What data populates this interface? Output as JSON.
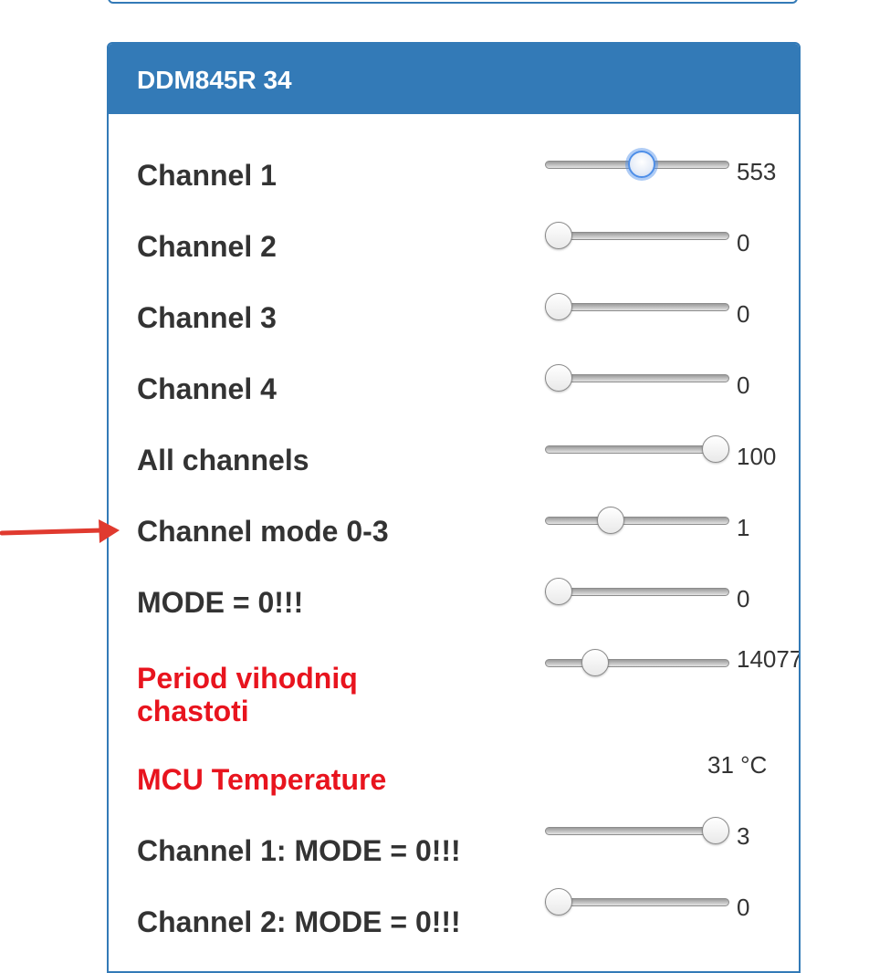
{
  "panel": {
    "title": "DDM845R 34"
  },
  "rows": [
    {
      "label": "Channel 1",
      "value": "553",
      "slider": {
        "fraction": 0.53,
        "focused": true
      },
      "red": false
    },
    {
      "label": "Channel 2",
      "value": "0",
      "slider": {
        "fraction": 0.0,
        "focused": false
      },
      "red": false
    },
    {
      "label": "Channel 3",
      "value": "0",
      "slider": {
        "fraction": 0.0,
        "focused": false
      },
      "red": false
    },
    {
      "label": "Channel 4",
      "value": "0",
      "slider": {
        "fraction": 0.0,
        "focused": false
      },
      "red": false
    },
    {
      "label": "All channels",
      "value": "100",
      "slider": {
        "fraction": 1.0,
        "focused": false
      },
      "red": false
    },
    {
      "label": "Channel mode 0-3",
      "value": "1",
      "slider": {
        "fraction": 0.33,
        "focused": false
      },
      "red": false
    },
    {
      "label": "MODE = 0!!!",
      "value": "0",
      "slider": {
        "fraction": 0.0,
        "focused": false
      },
      "red": false
    },
    {
      "label": "Period vihodniq",
      "label2": "chastoti",
      "value": "14077",
      "slider": {
        "fraction": 0.23,
        "focused": false
      },
      "red": true
    },
    {
      "label": "MCU Temperature",
      "value": "31 °C",
      "slider": null,
      "red": true
    },
    {
      "label": "Channel 1: MODE = 0!!!",
      "value": "3",
      "slider": {
        "fraction": 1.0,
        "focused": false
      },
      "red": false
    },
    {
      "label": "Channel 2: MODE = 0!!!",
      "value": "0",
      "slider": {
        "fraction": 0.0,
        "focused": false
      },
      "red": false
    }
  ],
  "colors": {
    "panel_primary": "#337ab7",
    "label_text": "#333333",
    "warning_text": "#e8141e",
    "annotation_arrow": "#e03a2f"
  },
  "annotation": {
    "icon": "red-arrow-icon",
    "points_to": "Channel mode 0-3"
  }
}
